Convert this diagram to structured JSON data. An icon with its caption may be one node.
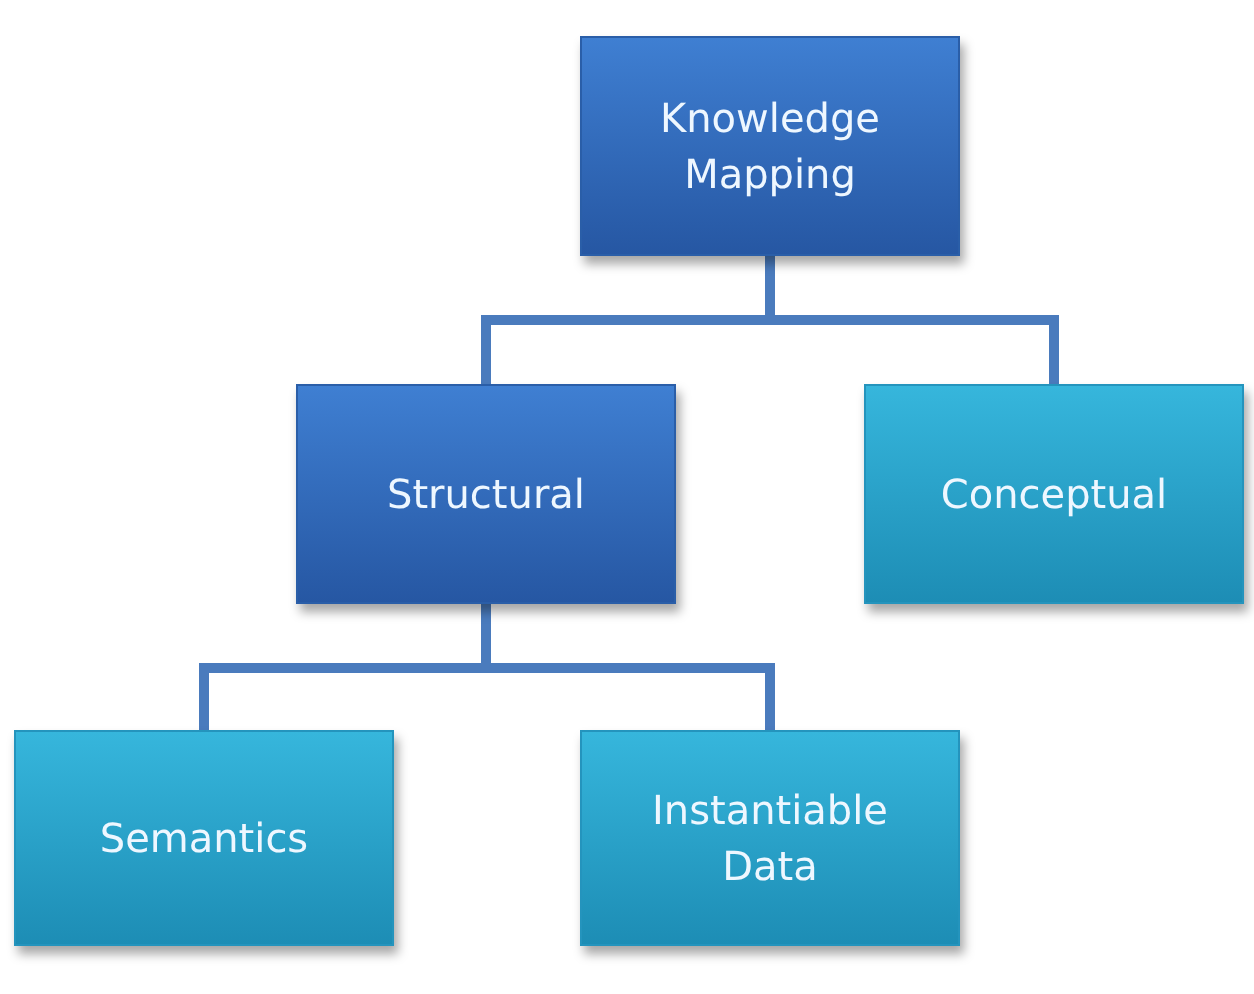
{
  "diagram": {
    "nodes": [
      {
        "text": [
          "Knowledge Mapping"
        ]
      },
      {
        "text": [
          "Structural"
        ]
      },
      {
        "text": [
          "Conceptual"
        ]
      },
      {
        "text": [
          "Semantics"
        ]
      },
      {
        "text": [
          "Instantiable Data"
        ]
      }
    ],
    "edges": [
      {
        "from": 0,
        "to": 1,
        "arrow": "none"
      },
      {
        "from": 0,
        "to": 2,
        "arrow": "none"
      },
      {
        "from": 1,
        "to": 3,
        "arrow": "none"
      },
      {
        "from": 1,
        "to": 4,
        "arrow": "none"
      }
    ]
  }
}
